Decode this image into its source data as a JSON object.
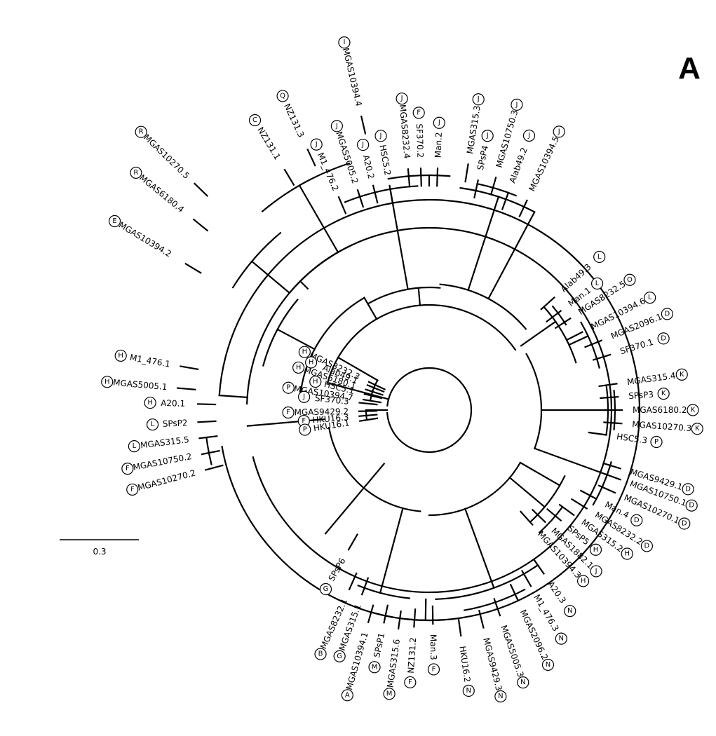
{
  "panel_label": "A",
  "scale_bar": {
    "label": "0.3"
  },
  "leaves": [
    {
      "name": "MGAS10270.5",
      "group": "R"
    },
    {
      "name": "MGAS6180.4",
      "group": "R"
    },
    {
      "name": "MGAS10394.2",
      "group": "E"
    },
    {
      "name": "NZ131.1",
      "group": "C"
    },
    {
      "name": "NZ131.3",
      "group": "Q"
    },
    {
      "name": "MGAS10394.4",
      "group": "I"
    },
    {
      "name": "M1_476.1",
      "group": "H"
    },
    {
      "name": "MGAS5005.1",
      "group": "H"
    },
    {
      "name": "A20.1",
      "group": "H"
    },
    {
      "name": "SPsP2",
      "group": "L"
    },
    {
      "name": "MGAS315.5",
      "group": "L"
    },
    {
      "name": "MGAS10750.2",
      "group": "F"
    },
    {
      "name": "MGAS10270.2",
      "group": "F"
    },
    {
      "name": "M1_476.2",
      "group": "J"
    },
    {
      "name": "MGAS5005.2",
      "group": "J"
    },
    {
      "name": "A20.2",
      "group": "J"
    },
    {
      "name": "HSC5.2",
      "group": "J"
    },
    {
      "name": "MGAS8232.4",
      "group": "J"
    },
    {
      "name": "SF370.2",
      "group": "F"
    },
    {
      "name": "Man.2",
      "group": "J"
    },
    {
      "name": "MGAS315.3",
      "group": "J"
    },
    {
      "name": "SPsP4",
      "group": "J"
    },
    {
      "name": "MGAS10750.3",
      "group": "J"
    },
    {
      "name": "Alab49.2",
      "group": "J"
    },
    {
      "name": "MGAS10394.5",
      "group": "J"
    },
    {
      "name": "Alab49.3",
      "group": "L"
    },
    {
      "name": "Man.1",
      "group": "L"
    },
    {
      "name": "MGAS8232.5",
      "group": "O"
    },
    {
      "name": "MGAS10394.6",
      "group": "L"
    },
    {
      "name": "MGAS2096.1",
      "group": "D"
    },
    {
      "name": "SF370.1",
      "group": "D"
    },
    {
      "name": "MGAS315.4",
      "group": "K"
    },
    {
      "name": "SPsP3",
      "group": "K"
    },
    {
      "name": "MGAS6180.2",
      "group": "K"
    },
    {
      "name": "MGAS10270.3",
      "group": "K"
    },
    {
      "name": "HSC5.3",
      "group": "P"
    },
    {
      "name": "MGAS9429.1",
      "group": "D"
    },
    {
      "name": "MGAS10750.1",
      "group": "D"
    },
    {
      "name": "MGAS10270.1",
      "group": "D"
    },
    {
      "name": "Man.4",
      "group": "D"
    },
    {
      "name": "MGAS8232.2",
      "group": "D"
    },
    {
      "name": "MGAS315.2",
      "group": "H"
    },
    {
      "name": "SPsP5",
      "group": "H"
    },
    {
      "name": "MGAS1882.1",
      "group": "J"
    },
    {
      "name": "MGAS10394.3",
      "group": "H"
    },
    {
      "name": "A20.3",
      "group": "N"
    },
    {
      "name": "M1_476.3",
      "group": "N"
    },
    {
      "name": "MGAS2096.2",
      "group": "N"
    },
    {
      "name": "MGAS5005.3",
      "group": "N"
    },
    {
      "name": "MGAS9429.3",
      "group": "N"
    },
    {
      "name": "HKU16.2",
      "group": "N"
    },
    {
      "name": "Man.3",
      "group": "F"
    },
    {
      "name": "NZ131.2",
      "group": "F"
    },
    {
      "name": "MGAS315.6",
      "group": "M"
    },
    {
      "name": "SPsP1",
      "group": "M"
    },
    {
      "name": "MGAS10394.1",
      "group": "A"
    },
    {
      "name": "MGAS315.1",
      "group": "G"
    },
    {
      "name": "MGAS8232.1",
      "group": "B"
    },
    {
      "name": "SPsP6",
      "group": "G"
    },
    {
      "name": "MGAS8232.3",
      "group": "H"
    },
    {
      "name": "Alab49.1",
      "group": "H"
    },
    {
      "name": "MGAS6180.1",
      "group": "H"
    },
    {
      "name": "HSC5.1",
      "group": "H"
    },
    {
      "name": "MGAS10394.7",
      "group": "P"
    },
    {
      "name": "SF370.3",
      "group": "J"
    },
    {
      "name": "MGAS9429.2",
      "group": "F"
    },
    {
      "name": "HKU16.3",
      "group": "F"
    },
    {
      "name": "HKU16.1",
      "group": "P"
    }
  ]
}
